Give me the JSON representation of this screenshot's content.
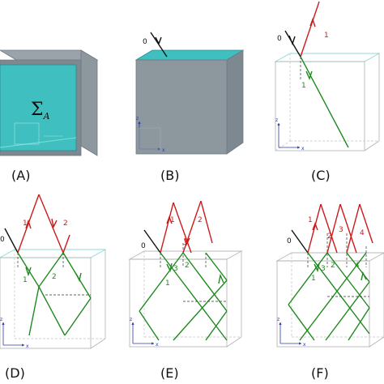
{
  "panels": {
    "a": {
      "label": "(A)",
      "sigma_symbol": "Σ",
      "sigma_subscript": "A"
    },
    "b": {
      "label": "(B)",
      "incident_num": "0"
    },
    "c": {
      "label": "(C)",
      "incident_num": "0",
      "reflect_num": "1",
      "refract_num": "1"
    },
    "d": {
      "label": "(D)",
      "incident_num": "0",
      "r1": "1",
      "r2": "2",
      "g1": "1",
      "g2": "2"
    },
    "e": {
      "label": "(E)",
      "incident_num": "0",
      "r1": "1",
      "r2": "2",
      "r3": "3",
      "g1": "1",
      "g2": "2",
      "g3": "3"
    },
    "f": {
      "label": "(F)",
      "incident_num": "0",
      "r1": "1",
      "r2": "2",
      "r3": "3",
      "r4": "4",
      "g1": "1",
      "g2": "2",
      "g3": "3",
      "g4": "4"
    }
  },
  "axes": {
    "x": "x",
    "z": "z"
  },
  "colors": {
    "liquid_teal": "#3fbfbf",
    "box_gray": "#7d8890",
    "incident_ray": "#111111",
    "reflected_ray": "#cc1a1a",
    "refracted_ray": "#1f8a1f",
    "wireframe": "#b0b0b0",
    "axis_blue": "#2a3aa8"
  }
}
